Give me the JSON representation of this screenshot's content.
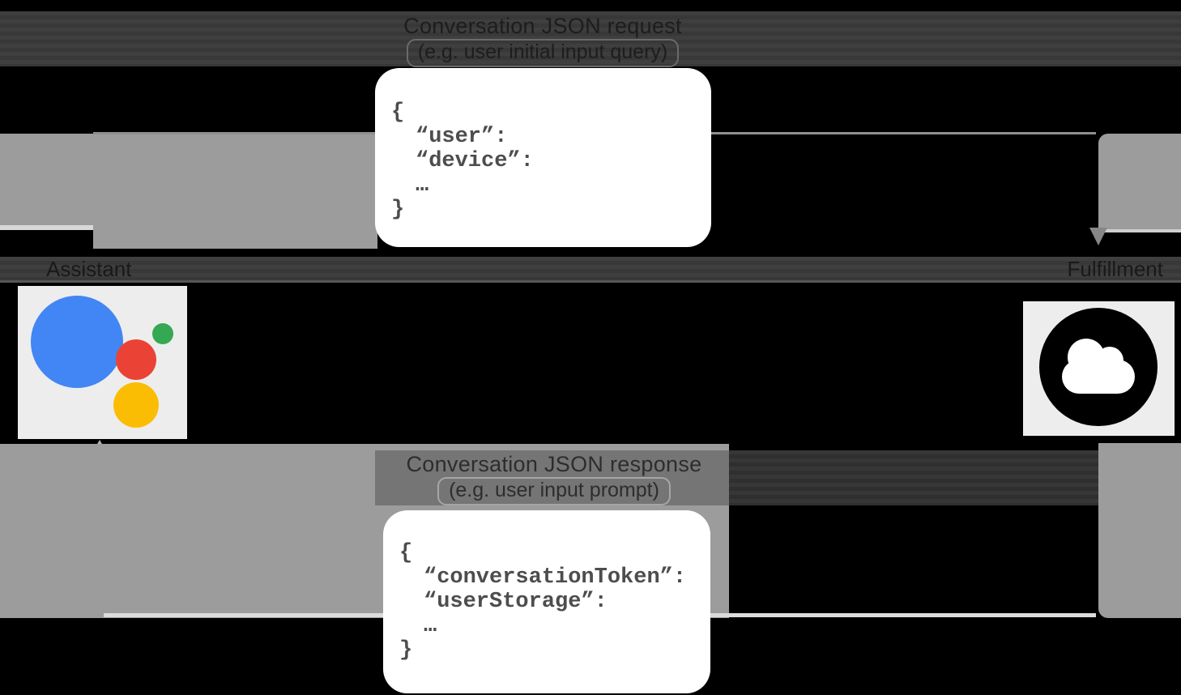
{
  "diagram": {
    "title_request": {
      "line1": "Conversation JSON request",
      "line2": "(e.g. user initial input query)"
    },
    "title_response": {
      "line1": "Conversation JSON response",
      "line2": "(e.g. user input prompt)"
    },
    "request_json": [
      "{",
      "“user”:",
      "“device”:",
      "…",
      "}"
    ],
    "response_json": [
      "{",
      "“conversationToken”:",
      "“userStorage”:",
      "…",
      "}"
    ],
    "actors": {
      "left": "Assistant",
      "right": "Fulfillment"
    }
  },
  "colors": {
    "background": "#000000",
    "arrow_gray": "#9c9c9c",
    "band_dark": "#3c3c3c",
    "panel_light": "#ededed",
    "code_box_bg": "#ffffff",
    "code_text": "#4d4d4d",
    "logo_blue": "#4285f4",
    "logo_green": "#34a853",
    "logo_red": "#ea4335",
    "logo_yellow": "#fbbc04",
    "cloud_icon_black": "#000000"
  }
}
